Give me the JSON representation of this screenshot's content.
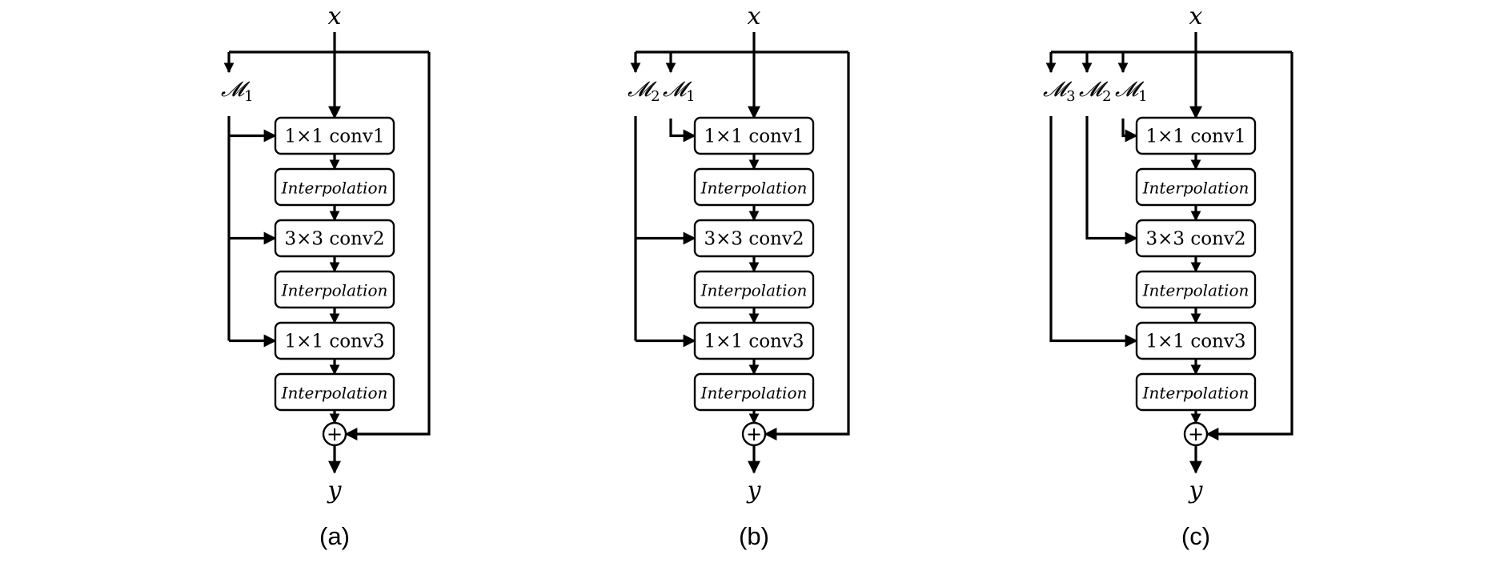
{
  "panels": [
    {
      "caption": "(a)",
      "input": "x",
      "output": "y",
      "m_labels": [
        {
          "base": "𝓜",
          "sub": "1"
        }
      ],
      "blocks": [
        "1×1 conv1",
        "Interpolation",
        "3×3 conv2",
        "Interpolation",
        "1×1 conv3",
        "Interpolation"
      ]
    },
    {
      "caption": "(b)",
      "input": "x",
      "output": "y",
      "m_labels": [
        {
          "base": "𝓜",
          "sub": "2"
        },
        {
          "base": "𝓜",
          "sub": "1"
        }
      ],
      "blocks": [
        "1×1 conv1",
        "Interpolation",
        "3×3 conv2",
        "Interpolation",
        "1×1 conv3",
        "Interpolation"
      ]
    },
    {
      "caption": "(c)",
      "input": "x",
      "output": "y",
      "m_labels": [
        {
          "base": "𝓜",
          "sub": "3"
        },
        {
          "base": "𝓜",
          "sub": "2"
        },
        {
          "base": "𝓜",
          "sub": "1"
        }
      ],
      "blocks": [
        "1×1 conv1",
        "Interpolation",
        "3×3 conv2",
        "Interpolation",
        "1×1 conv3",
        "Interpolation"
      ]
    }
  ],
  "sum_symbol": "+",
  "colors": {
    "stroke": "#000000",
    "background": "#ffffff"
  }
}
